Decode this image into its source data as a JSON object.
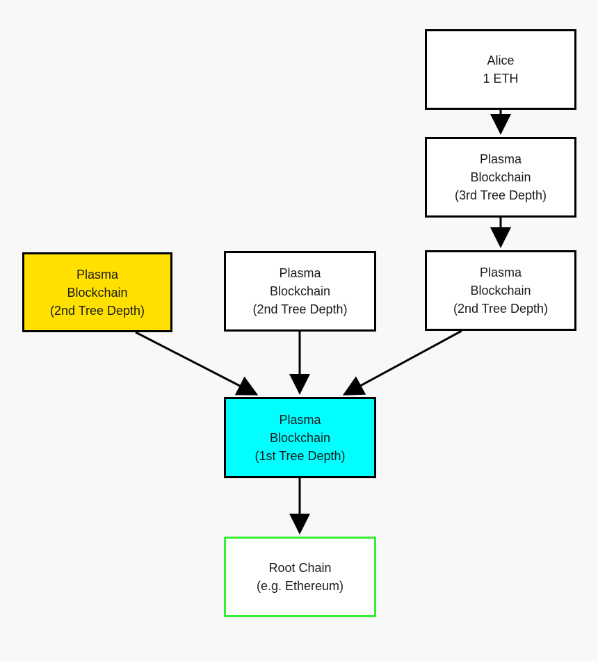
{
  "diagram": {
    "nodes": {
      "alice": {
        "line1": "Alice",
        "line2": "1 ETH"
      },
      "depth3": {
        "line1": "Plasma",
        "line2": "Blockchain",
        "line3": "(3rd Tree Depth)"
      },
      "depth2_right": {
        "line1": "Plasma",
        "line2": "Blockchain",
        "line3": "(2nd Tree Depth)"
      },
      "depth2_middle": {
        "line1": "Plasma",
        "line2": "Blockchain",
        "line3": "(2nd Tree Depth)"
      },
      "depth2_left": {
        "line1": "Plasma",
        "line2": "Blockchain",
        "line3": "(2nd Tree Depth)"
      },
      "depth1": {
        "line1": "Plasma",
        "line2": "Blockchain",
        "line3": "(1st Tree Depth)"
      },
      "root": {
        "line1": "Root Chain",
        "line2": "(e.g. Ethereum)"
      }
    },
    "colors": {
      "background": "#f8f8f8",
      "default_fill": "#ffffff",
      "depth2_left_fill": "#ffe000",
      "depth1_fill": "#00ffff",
      "root_border": "#33ee33",
      "border": "#000000",
      "arrow": "#000000"
    },
    "edges": [
      {
        "from": "alice",
        "to": "depth3"
      },
      {
        "from": "depth3",
        "to": "depth2_right"
      },
      {
        "from": "depth2_left",
        "to": "depth1"
      },
      {
        "from": "depth2_middle",
        "to": "depth1"
      },
      {
        "from": "depth2_right",
        "to": "depth1"
      },
      {
        "from": "depth1",
        "to": "root"
      }
    ]
  }
}
